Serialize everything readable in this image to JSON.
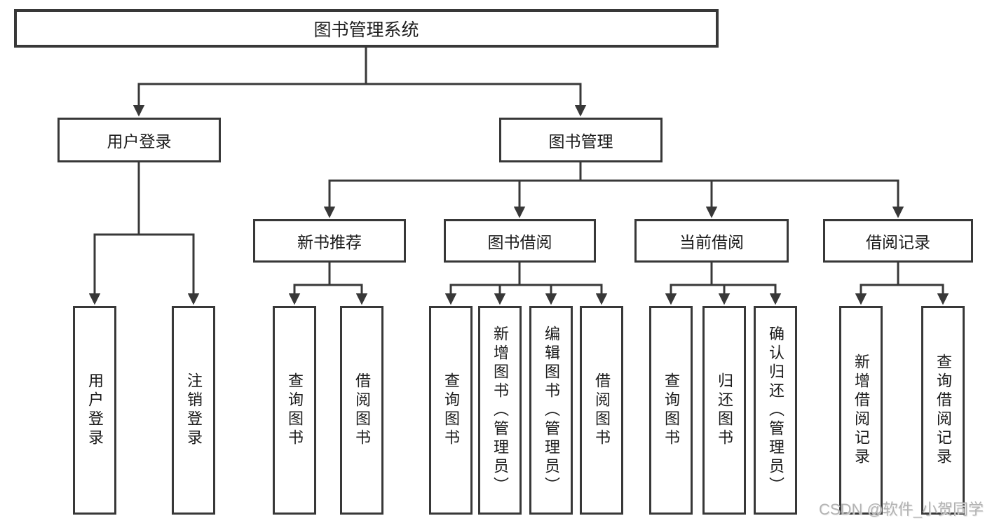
{
  "tree": {
    "label": "图书管理系统",
    "children": [
      {
        "label": "用户登录",
        "children": [
          {
            "label": "用户登录"
          },
          {
            "label": "注销登录"
          }
        ]
      },
      {
        "label": "图书管理",
        "children": [
          {
            "label": "新书推荐",
            "children": [
              {
                "label": "查询图书"
              },
              {
                "label": "借阅图书"
              }
            ]
          },
          {
            "label": "图书借阅",
            "children": [
              {
                "label": "查询图书"
              },
              {
                "label": "新增图书（管理员）"
              },
              {
                "label": "编辑图书（管理员）"
              },
              {
                "label": "借阅图书"
              }
            ]
          },
          {
            "label": "当前借阅",
            "children": [
              {
                "label": "查询图书"
              },
              {
                "label": "归还图书"
              },
              {
                "label": "确认归还（管理员）"
              }
            ]
          },
          {
            "label": "借阅记录",
            "children": [
              {
                "label": "新增借阅记录"
              },
              {
                "label": "查询借阅记录"
              }
            ]
          }
        ]
      }
    ]
  },
  "watermark": "CSDN @软件_小贺同学",
  "colors": {
    "line": "#383838",
    "text": "#1c1c1c",
    "background": "#ffffff",
    "watermark": "#b3b3b3"
  }
}
